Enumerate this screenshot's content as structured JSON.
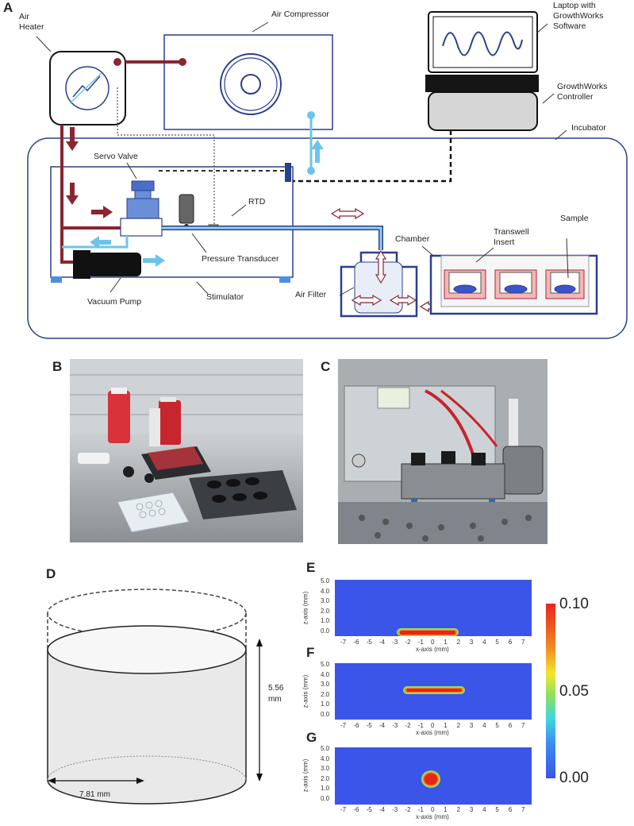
{
  "panels": {
    "a": "A",
    "b": "B",
    "c": "C",
    "d": "D",
    "e": "E",
    "f": "F",
    "g": "G"
  },
  "schematic": {
    "air_heater": "Air\nHeater",
    "air_compressor": "Air  Compressor",
    "laptop": "Laptop with\nGrowthWorks\nSoftware",
    "controller": "GrowthWorks\nController",
    "incubator": "Incubator",
    "servo_valve": "Servo Valve",
    "rtd": "RTD",
    "pressure_transducer": "Pressure Transducer",
    "vacuum_pump": "Vacuum Pump",
    "stimulator": "Stimulator",
    "air_filter": "Air Filter",
    "chamber": "Chamber",
    "transwell_insert": "Transwell\nInsert",
    "sample": "Sample"
  },
  "geometry": {
    "height_value": "5.56",
    "height_unit": "mm",
    "radius": "7.81 mm"
  },
  "plots": {
    "ylabel": "z-axis (mm)",
    "xlabel": "x-axis (mm)",
    "y_ticks": [
      "5.0",
      "4.0",
      "3.0",
      "2.0",
      "1.0",
      "0.0"
    ],
    "x_ticks": [
      "-7",
      "-6",
      "-5",
      "-4",
      "-3",
      "-2",
      "-1",
      "0",
      "1",
      "2",
      "3",
      "4",
      "5",
      "6",
      "7"
    ],
    "colorbar_ticks": [
      "0.10",
      "0.05",
      "0.00"
    ]
  },
  "colors": {
    "plot_bg": "#3a55e8",
    "hot": "#e8251a",
    "line_blue": "#2b3f8f",
    "air_red": "#8b2530",
    "air_light": "#6cc4ec"
  }
}
